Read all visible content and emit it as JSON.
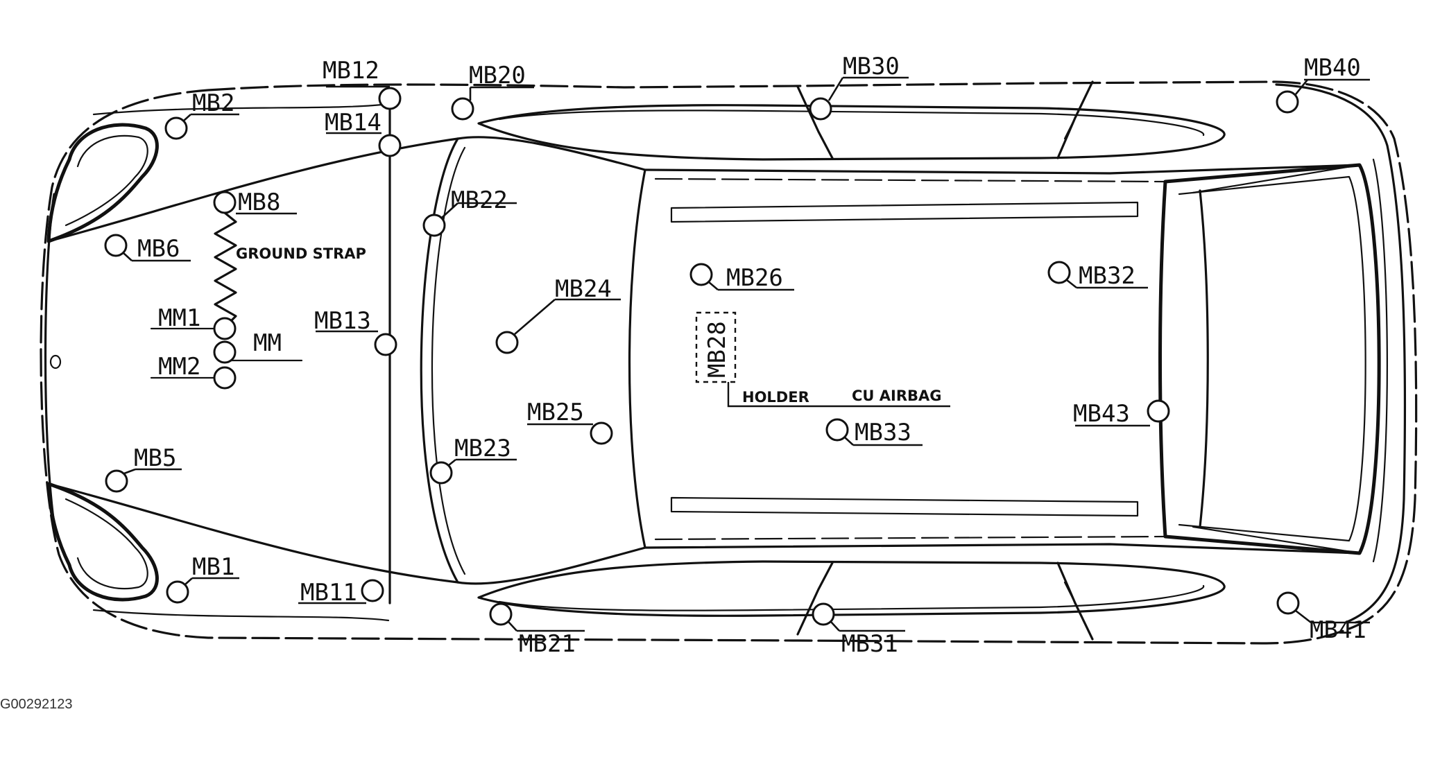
{
  "figure_id": "G00292123",
  "labels": {
    "mb12": "MB12",
    "mb14": "MB14",
    "mb20": "MB20",
    "mb30": "MB30",
    "mb40": "MB40",
    "mb2": "MB2",
    "mb8": "MB8",
    "ground_strap": "GROUND STRAP",
    "mb6": "MB6",
    "mb22": "MB22",
    "mb24": "MB24",
    "mb26": "MB26",
    "mb32": "MB32",
    "mm1": "MM1",
    "mm": "MM",
    "mm2": "MM2",
    "mb13": "MB13",
    "mb28": "MB28",
    "holder": "HOLDER",
    "cu_airbag": "CU AIRBAG",
    "mb25": "MB25",
    "mb43": "MB43",
    "mb33": "MB33",
    "mb23": "MB23",
    "mb5": "MB5",
    "mb1": "MB1",
    "mb11": "MB11",
    "mb21": "MB21",
    "mb31": "MB31",
    "mb41": "MB41"
  }
}
